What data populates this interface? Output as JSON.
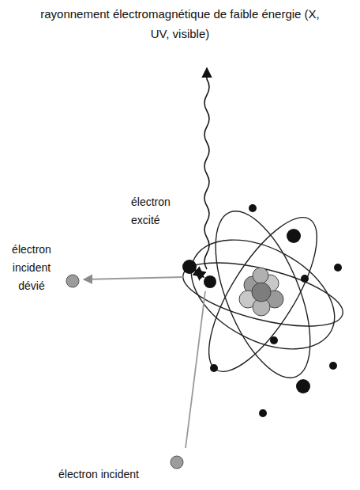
{
  "diagram": {
    "labels": [
      "rayonnement électromagnétique de faible énergie (X, UV, visible)",
      "électron excité",
      "électron incident dévié",
      "électron incident"
    ]
  }
}
